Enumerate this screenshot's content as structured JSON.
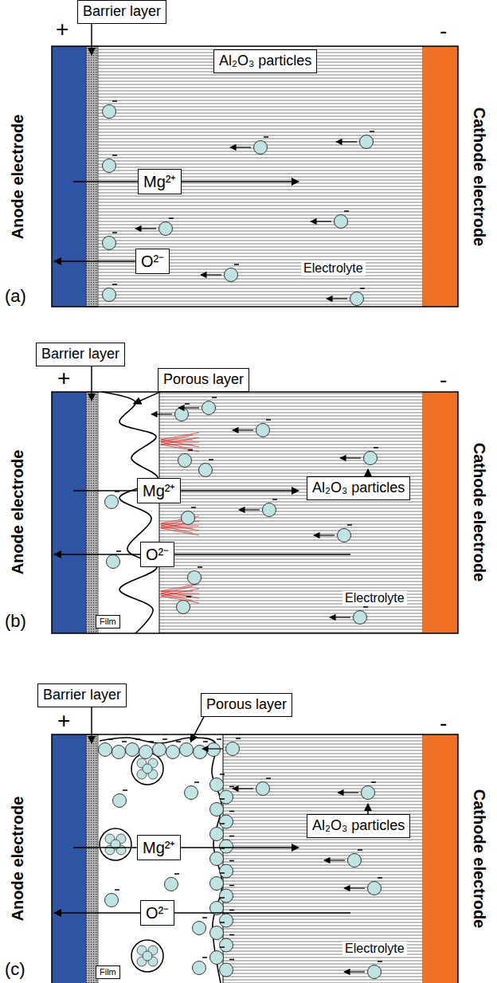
{
  "diagram": {
    "nodes": [
      {
        "text": [
          "Barrier layer"
        ]
      },
      {
        "text": [
          "Al₂O₃ particles"
        ]
      },
      {
        "text": [
          "Mg²⁺"
        ]
      },
      {
        "text": [
          "O²⁻"
        ]
      },
      {
        "text": [
          "Barrier layer"
        ]
      },
      {
        "text": [
          "Porous layer"
        ]
      },
      {
        "text": [
          "Mg²⁺"
        ]
      },
      {
        "text": [
          "Al₂O₃ particles"
        ]
      },
      {
        "text": [
          "O²⁻"
        ]
      },
      {
        "text": [
          "Film"
        ]
      },
      {
        "text": [
          "Barrier layer"
        ]
      },
      {
        "text": [
          "Porous layer"
        ]
      },
      {
        "text": [
          "Mg²⁺"
        ]
      },
      {
        "text": [
          "Al₂O₃ particles"
        ]
      },
      {
        "text": [
          "O²⁻"
        ]
      },
      {
        "text": [
          "Film"
        ]
      }
    ],
    "labels": [
      "+",
      "-",
      "Anode electrode",
      "Cathode electrode",
      "Electrolyte",
      "(a)",
      "+",
      "-",
      "Anode electrode",
      "Cathode electrode",
      "Electrolyte",
      "(b)",
      "+",
      "-",
      "Anode electrode",
      "Cathode electrode",
      "Electrolyte",
      "(c)"
    ]
  }
}
